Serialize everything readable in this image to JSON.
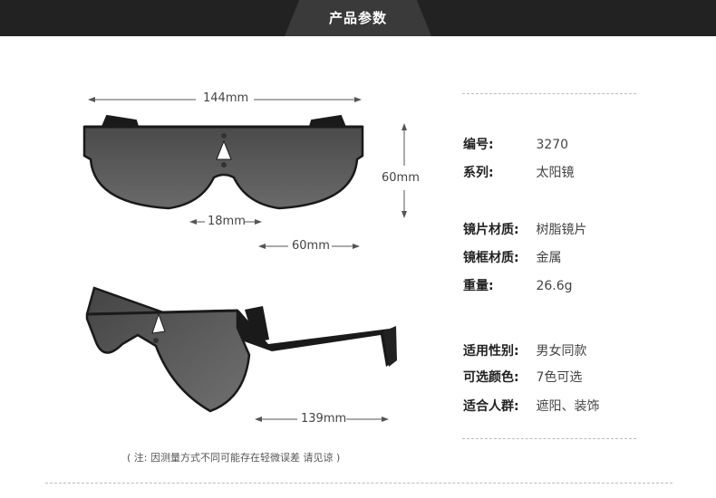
{
  "header": {
    "title": "产品参数"
  },
  "dimensions": {
    "total_width": "144mm",
    "height": "60mm",
    "bridge": "18mm",
    "lens_width": "60mm",
    "temple_length": "139mm"
  },
  "specs": [
    {
      "label": "编号:",
      "value": "3270"
    },
    {
      "label": "系列:",
      "value": "太阳镜"
    },
    {
      "label": "镜片材质:",
      "value": "树脂镜片"
    },
    {
      "label": "镜框材质:",
      "value": "金属"
    },
    {
      "label": "重量:",
      "value": "26.6g"
    },
    {
      "label": "适用性别:",
      "value": "男女同款"
    },
    {
      "label": "可选颜色:",
      "value": "7色可选"
    },
    {
      "label": "适合人群:",
      "value": "遮阳、装饰"
    }
  ],
  "note": "( 注: 因测量方式不同可能存在轻微误差 请见谅 )",
  "colors": {
    "header_bg": "#222222",
    "lens": "#5a5a5a",
    "frame": "#1a1a1a"
  }
}
